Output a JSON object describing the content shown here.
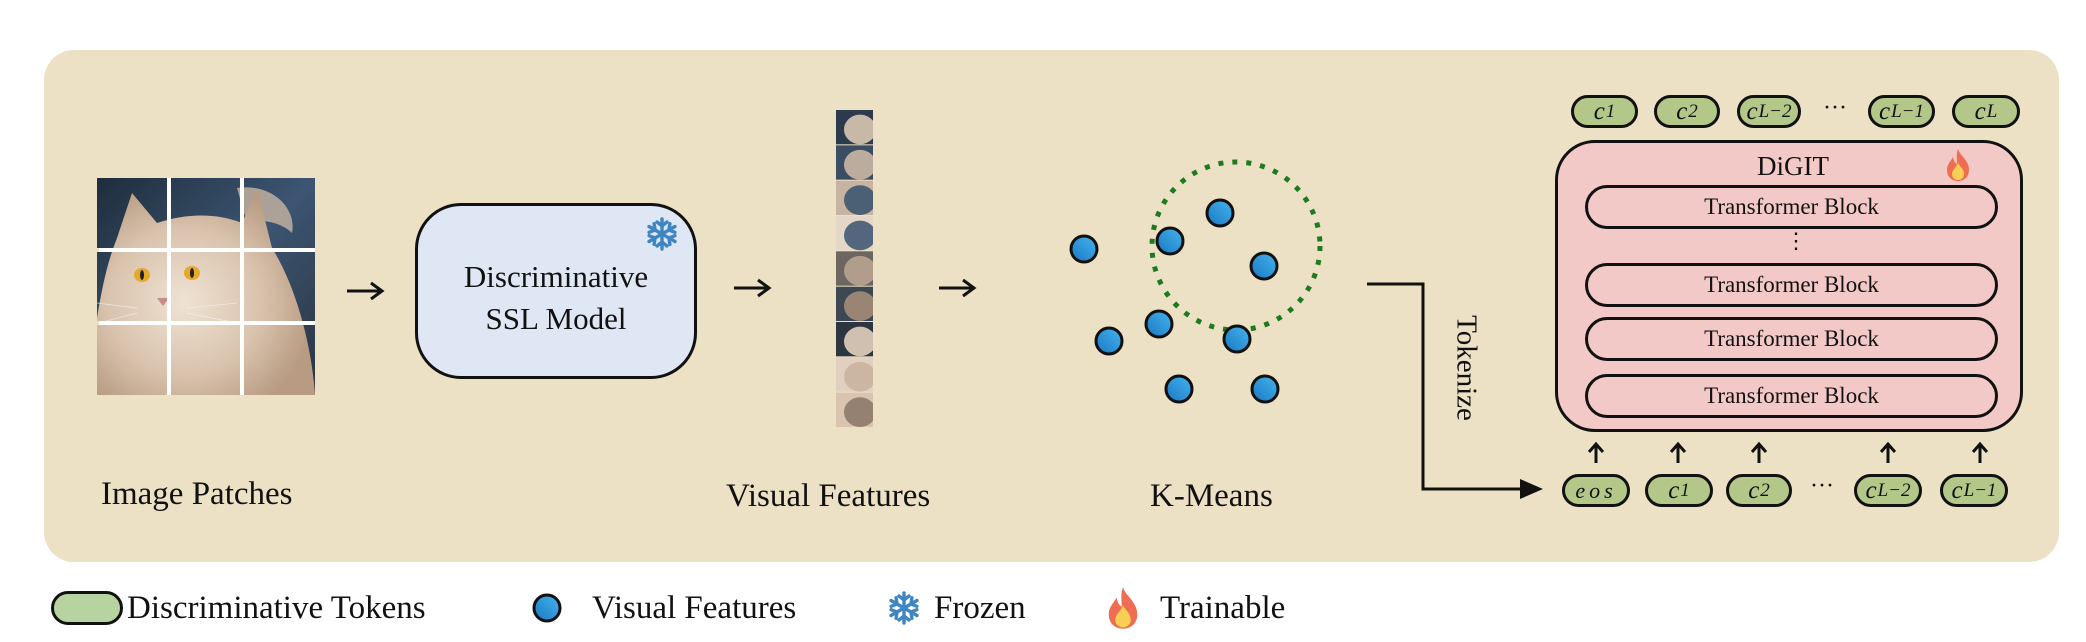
{
  "stages": {
    "image_patches": {
      "label": "Image Patches"
    },
    "ssl_model": {
      "line1": "Discriminative",
      "line2": "SSL Model",
      "status_icon": "snowflake-icon"
    },
    "visual_features": {
      "label": "Visual Features"
    },
    "kmeans": {
      "label": "K-Means"
    },
    "tokenize": {
      "label": "Tokenize"
    },
    "digit": {
      "title": "DiGIT",
      "status_icon": "fire-icon",
      "blocks": [
        {
          "label": "Transformer Block"
        },
        {
          "label": "Transformer Block"
        },
        {
          "label": "Transformer Block"
        },
        {
          "label": "Transformer Block"
        }
      ],
      "vertical_ellipsis": "⋮",
      "output_tokens": [
        {
          "base": "c",
          "sub": "1"
        },
        {
          "base": "c",
          "sub": "2"
        },
        {
          "base": "c",
          "sub": "L−2"
        },
        {
          "base": "c",
          "sub": "L−1"
        },
        {
          "base": "c",
          "sub": "L"
        }
      ],
      "input_tokens": [
        {
          "base": "eos",
          "sub": ""
        },
        {
          "base": "c",
          "sub": "1"
        },
        {
          "base": "c",
          "sub": "2"
        },
        {
          "base": "c",
          "sub": "L−2"
        },
        {
          "base": "c",
          "sub": "L−1"
        }
      ],
      "ellipsis": "···"
    }
  },
  "legend": {
    "items": [
      {
        "label": "Discriminative Tokens",
        "icon": "token-pill-icon"
      },
      {
        "label": "Visual Features",
        "icon": "feature-dot-icon"
      },
      {
        "label": "Frozen",
        "icon": "snowflake-icon"
      },
      {
        "label": "Trainable",
        "icon": "fire-icon"
      }
    ]
  },
  "colors": {
    "panel_bg": "#ECE1C4",
    "ssl_box": "#DEE7F3",
    "digit_box": "#F2C9C6",
    "token_fill": "#B2C788",
    "feature_dot": "#2A8FD6",
    "cluster_ring": "#1E7A1E",
    "snowflake": "#3F86C0",
    "fire_outer": "#EF6E53",
    "fire_inner": "#F7CF55"
  }
}
